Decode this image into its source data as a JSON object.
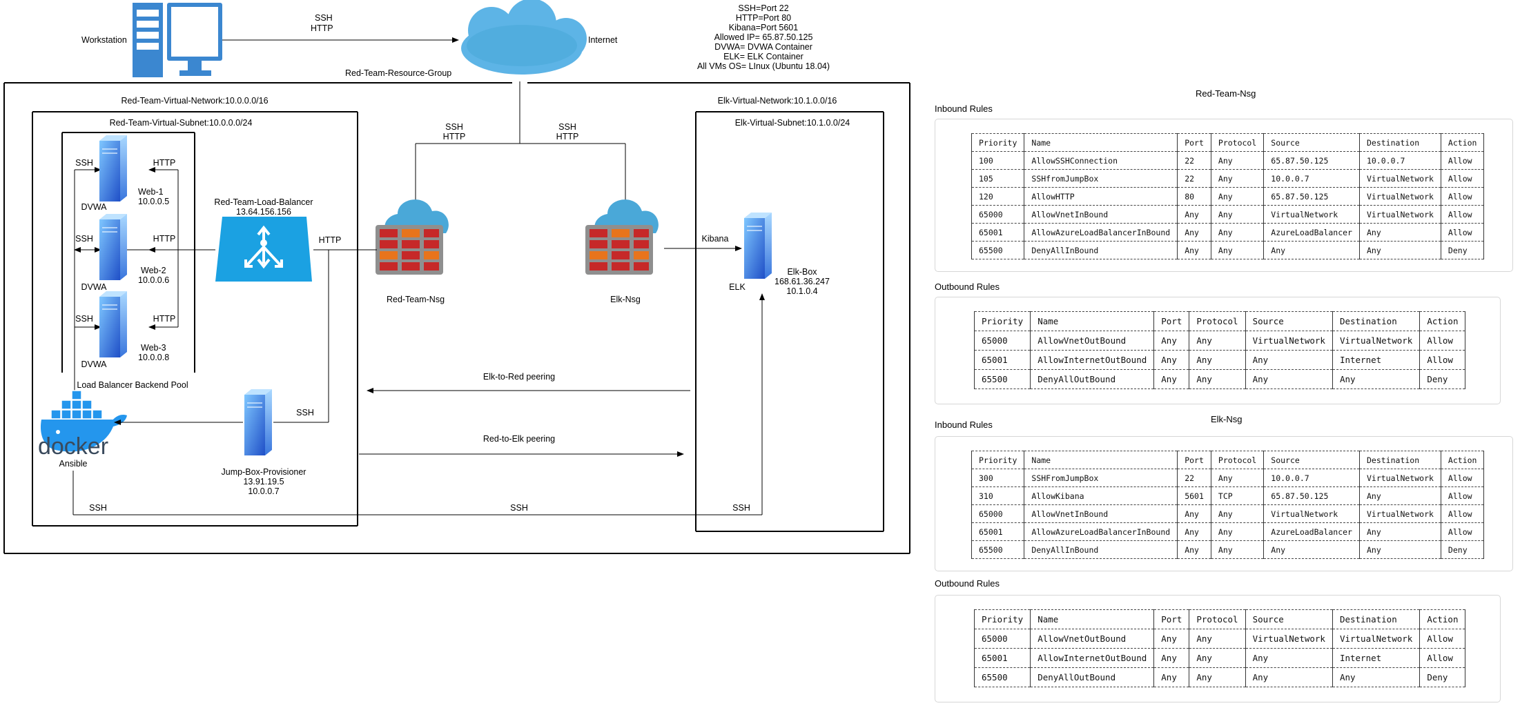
{
  "legend": {
    "lines": [
      "SSH=Port 22",
      "HTTP=Port 80",
      "Kibana=Port 5601",
      "Allowed IP= 65.87.50.125",
      "DVWA= DVWA Container",
      "ELK= ELK Container",
      "All VMs OS= LInux (Ubuntu 18.04)"
    ]
  },
  "diagram": {
    "workstation_label": "Workstation",
    "internet_label": "Internet",
    "ws_link_ssh": "SSH",
    "ws_link_http": "HTTP",
    "resource_group": "Red-Team-Resource-Group",
    "red_vnet": "Red-Team-Virtual-Network:10.0.0.0/16",
    "red_subnet": "Red-Team-Virtual-Subnet:10.0.0.0/24",
    "elk_vnet": "Elk-Virtual-Network:10.1.0.0/16",
    "elk_subnet": "Elk-Virtual-Subnet:10.1.0.0/24",
    "inet_left_ssh": "SSH",
    "inet_left_http": "HTTP",
    "inet_right_ssh": "SSH",
    "inet_right_http": "HTTP",
    "lb_name": "Red-Team-Load-Balancer",
    "lb_ip": "13.64.156.156",
    "lb_http": "HTTP",
    "red_nsg": "Red-Team-Nsg",
    "elk_nsg": "Elk-Nsg",
    "kibana": "Kibana",
    "web1_name": "Web-1",
    "web1_ip": "10.0.0.5",
    "web2_name": "Web-2",
    "web2_ip": "10.0.0.6",
    "web3_name": "Web-3",
    "web3_ip": "10.0.0.8",
    "dvwa": "DVWA",
    "ssh": "SSH",
    "http": "HTTP",
    "backend_pool": "Load Balancer Backend Pool",
    "docker": "docker",
    "ansible": "Ansible",
    "jump_name": "Jump-Box-Provisioner",
    "jump_ip1": "13.91.19.5",
    "jump_ip2": "10.0.0.7",
    "jump_ssh": "SSH",
    "elk_label": "ELK",
    "elk_name": "Elk-Box",
    "elk_ip1": "168.61.36.247",
    "elk_ip2": "10.1.0.4",
    "elk_to_red": "Elk-to-Red peering",
    "red_to_elk": "Red-to-Elk peering",
    "bottom_ssh": "SSH"
  },
  "red_nsg_tables": {
    "title": "Red-Team-Nsg",
    "inbound_label": "Inbound Rules",
    "outbound_label": "Outbound Rules",
    "inbound": {
      "headers": [
        "Priority",
        "Name",
        "Port",
        "Protocol",
        "Source",
        "Destination",
        "Action"
      ],
      "rows": [
        [
          "100",
          "AllowSSHConnection",
          "22",
          "Any",
          "65.87.50.125",
          "10.0.0.7",
          "Allow"
        ],
        [
          "105",
          "SSHfromJumpBox",
          "22",
          "Any",
          "10.0.0.7",
          "VirtualNetwork",
          "Allow"
        ],
        [
          "120",
          "AllowHTTP",
          "80",
          "Any",
          "65.87.50.125",
          "VirtualNetwork",
          "Allow"
        ],
        [
          "65000",
          "AllowVnetInBound",
          "Any",
          "Any",
          "VirtualNetwork",
          "VirtualNetwork",
          "Allow"
        ],
        [
          "65001",
          "AllowAzureLoadBalancerInBound",
          "Any",
          "Any",
          "AzureLoadBalancer",
          "Any",
          "Allow"
        ],
        [
          "65500",
          "DenyAllInBound",
          "Any",
          "Any",
          "Any",
          "Any",
          "Deny"
        ]
      ]
    },
    "outbound": {
      "headers": [
        "Priority",
        "Name",
        "Port",
        "Protocol",
        "Source",
        "Destination",
        "Action"
      ],
      "rows": [
        [
          "65000",
          "AllowVnetOutBound",
          "Any",
          "Any",
          "VirtualNetwork",
          "VirtualNetwork",
          "Allow"
        ],
        [
          "65001",
          "AllowInternetOutBound",
          "Any",
          "Any",
          "Any",
          "Internet",
          "Allow"
        ],
        [
          "65500",
          "DenyAllOutBound",
          "Any",
          "Any",
          "Any",
          "Any",
          "Deny"
        ]
      ]
    }
  },
  "elk_nsg_tables": {
    "title": "Elk-Nsg",
    "inbound_label": "Inbound Rules",
    "outbound_label": "Outbound Rules",
    "inbound": {
      "headers": [
        "Priority",
        "Name",
        "Port",
        "Protocol",
        "Source",
        "Destination",
        "Action"
      ],
      "rows": [
        [
          "300",
          "SSHFromJumpBox",
          "22",
          "Any",
          "10.0.0.7",
          "VirtualNetwork",
          "Allow"
        ],
        [
          "310",
          "AllowKibana",
          "5601",
          "TCP",
          "65.87.50.125",
          "Any",
          "Allow"
        ],
        [
          "65000",
          "AllowVnetInBound",
          "Any",
          "Any",
          "VirtualNetwork",
          "VirtualNetwork",
          "Allow"
        ],
        [
          "65001",
          "AllowAzureLoadBalancerInBound",
          "Any",
          "Any",
          "AzureLoadBalancer",
          "Any",
          "Allow"
        ],
        [
          "65500",
          "DenyAllInBound",
          "Any",
          "Any",
          "Any",
          "Any",
          "Deny"
        ]
      ]
    },
    "outbound": {
      "headers": [
        "Priority",
        "Name",
        "Port",
        "Protocol",
        "Source",
        "Destination",
        "Action"
      ],
      "rows": [
        [
          "65000",
          "AllowVnetOutBound",
          "Any",
          "Any",
          "VirtualNetwork",
          "VirtualNetwork",
          "Allow"
        ],
        [
          "65001",
          "AllowInternetOutBound",
          "Any",
          "Any",
          "Any",
          "Internet",
          "Allow"
        ],
        [
          "65500",
          "DenyAllOutBound",
          "Any",
          "Any",
          "Any",
          "Any",
          "Deny"
        ]
      ]
    }
  },
  "colors": {
    "azure_blue": "#1ba1e2",
    "cloud_blue": "#4aa8d8",
    "firewall_red": "#c62828",
    "firewall_orange": "#e8741c",
    "server_blue": "#2b6fd6",
    "docker_blue": "#2496ed"
  },
  "icons": [
    "workstation-icon",
    "internet-cloud-icon",
    "server-icon",
    "load-balancer-icon",
    "firewall-cloud-icon",
    "docker-icon"
  ]
}
